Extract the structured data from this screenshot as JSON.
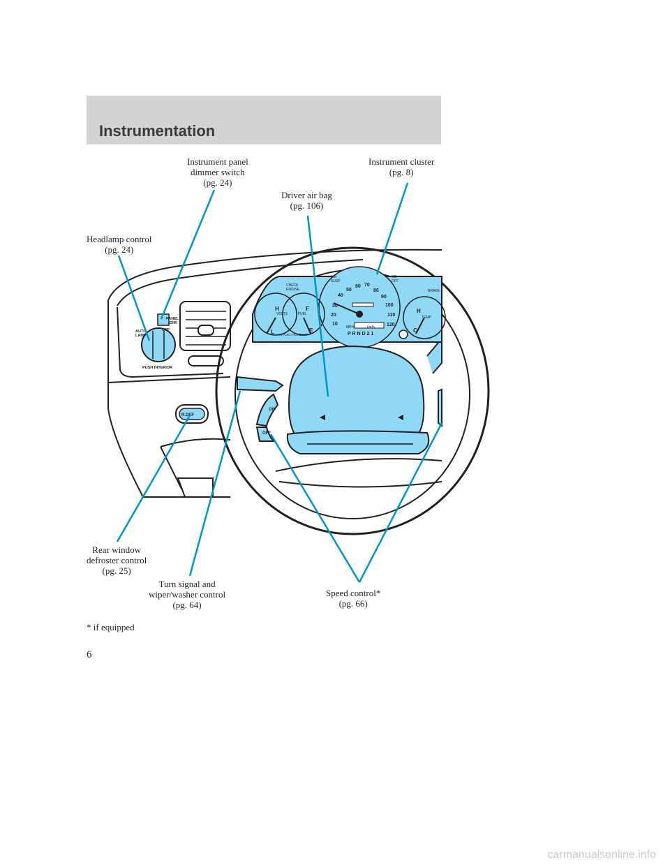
{
  "section_title": "Instrumentation",
  "callouts": {
    "headlamp": {
      "lines": [
        "Headlamp control",
        "(pg. 24)"
      ]
    },
    "dimmer": {
      "lines": [
        "Instrument panel",
        "dimmer switch",
        "(pg. 24)"
      ]
    },
    "airbag": {
      "lines": [
        "Driver air bag",
        "(pg. 106)"
      ]
    },
    "cluster": {
      "lines": [
        "Instrument cluster",
        "(pg. 8)"
      ]
    },
    "rear_defrost": {
      "lines": [
        "Rear window",
        "defroster control",
        "(pg. 25)"
      ]
    },
    "turn_signal": {
      "lines": [
        "Turn signal and",
        "wiper/washer control",
        "(pg. 64)"
      ]
    },
    "speed_control": {
      "lines": [
        "Speed control*",
        "(pg. 66)"
      ]
    }
  },
  "illustration_labels": {
    "panel_dim": [
      "PANEL",
      "DIM"
    ],
    "auto_lamp": [
      "AUTO",
      "LAMP"
    ],
    "off": "OFF",
    "push_interior": "PUSH INTERIOR",
    "rdef": "R.DEF",
    "check_engine": [
      "CHECK",
      "ENGINE"
    ],
    "air_susp": [
      "AIR",
      "SUSP"
    ],
    "od_off": [
      "OD",
      "OFF"
    ],
    "brake": "BRAKE",
    "volts": "VOLTS",
    "fuel": "FUEL",
    "temp": "TEMP",
    "fuel_fill_door": "◄ FUEL FILL DOOR",
    "mph": "MPH",
    "kmh": "km/h",
    "prnd": "P R N D 2 1",
    "speed_on": "ON",
    "speed_off": "OFF",
    "speed_ticks": [
      "10",
      "20",
      "30",
      "40",
      "50",
      "60",
      "70",
      "80",
      "90",
      "100",
      "110",
      "120"
    ],
    "gauge_h": "H",
    "gauge_l": "L",
    "gauge_f": "F",
    "gauge_e": "E",
    "gauge_c": "C"
  },
  "footnote": "* if equipped",
  "page_number": "6",
  "watermark": "carmanualsonline.info",
  "colors": {
    "highlight": "#8fd8f6",
    "callout_line": "#0097c7",
    "header_band": "#d1d3d4"
  }
}
